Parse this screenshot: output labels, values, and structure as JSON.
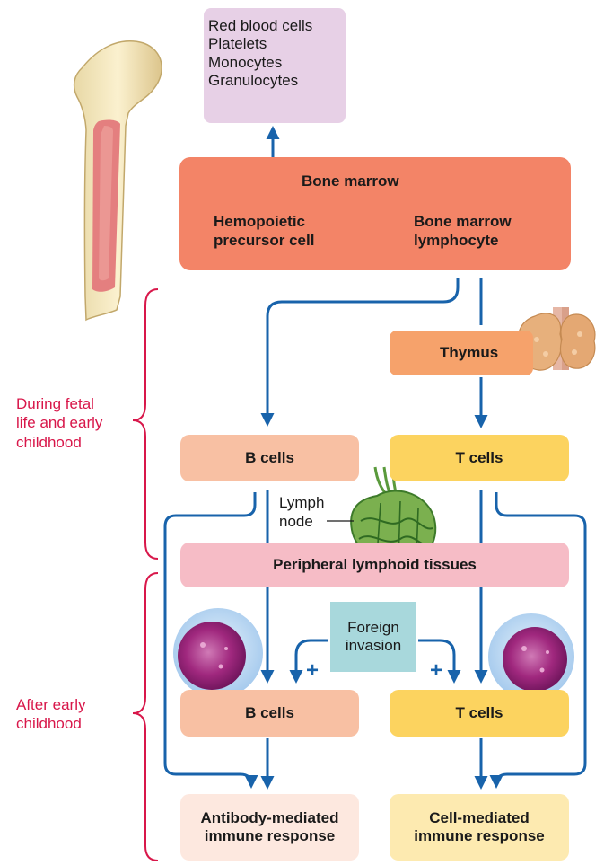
{
  "blood_cells_box": {
    "lines": [
      "Red blood cells",
      "Platelets",
      "Monocytes",
      "Granulocytes"
    ]
  },
  "bone_marrow": {
    "title": "Bone marrow",
    "precursor": [
      "Hemopoietic",
      "precursor cell"
    ],
    "lymphocyte": [
      "Bone marrow",
      "lymphocyte"
    ]
  },
  "thymus": "Thymus",
  "b_cells_top": "B cells",
  "t_cells_top": "T cells",
  "lymph_node": [
    "Lymph",
    "node"
  ],
  "peripheral": "Peripheral lymphoid tissues",
  "foreign_invasion": [
    "Foreign",
    "invasion"
  ],
  "plus_sign": "+",
  "b_cells_bottom": "B cells",
  "t_cells_bottom": "T cells",
  "antibody_response": [
    "Antibody-mediated",
    "immune response"
  ],
  "cell_response": [
    "Cell-mediated",
    "immune response"
  ],
  "stage_labels": {
    "fetal": [
      "During fetal",
      "life and early",
      "childhood"
    ],
    "after": [
      "After early",
      "childhood"
    ]
  },
  "colors": {
    "arrow": "#1863ab",
    "bracket": "#d8174a",
    "bone_marrow_fill": "#f38467",
    "lilac": "#e7d0e6",
    "b_fill": "#f8c0a3",
    "t_fill": "#fcd35f",
    "thymus_fill": "#f6a26b",
    "peripheral_fill": "#f6bcc6",
    "foreign_fill": "#a8d8dc",
    "antibody_fill": "#fde8df",
    "cellmed_fill": "#fdeab0"
  }
}
